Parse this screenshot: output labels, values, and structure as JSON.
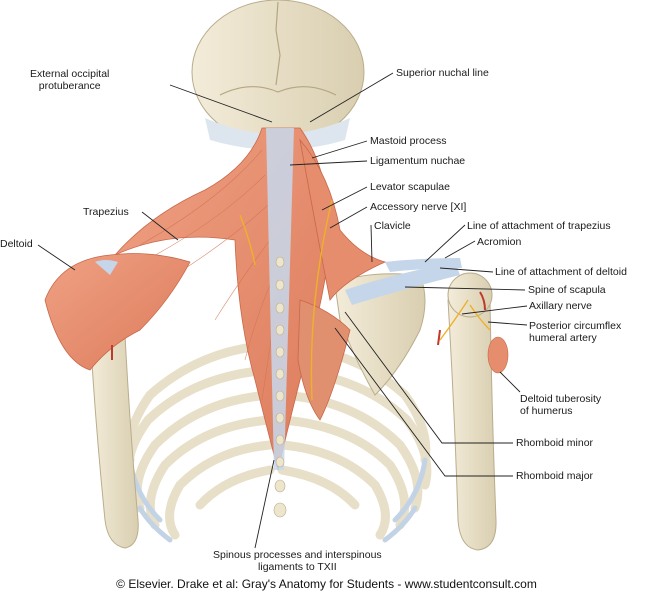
{
  "colors": {
    "muscle": "#e58d6d",
    "muscle_dark": "#c8684a",
    "bone": "#ebe3cd",
    "bone_shadow": "#c9bd9c",
    "tendon": "#b9cde6",
    "nerve": "#f0b62e",
    "artery": "#c0392b",
    "leader": "#222222"
  },
  "labels": {
    "external_occipital": "External occipital\nprotuberance",
    "superior_nuchal": "Superior nuchal line",
    "mastoid": "Mastoid process",
    "ligamentum_nuchae": "Ligamentum nuchae",
    "levator_scapulae": "Levator scapulae",
    "accessory_nerve": "Accessory nerve [XI]",
    "trapezius": "Trapezius",
    "deltoid": "Deltoid",
    "clavicle": "Clavicle",
    "line_trapezius": "Line of attachment of trapezius",
    "acromion": "Acromion",
    "line_deltoid": "Line of attachment of deltoid",
    "spine_scapula": "Spine of scapula",
    "axillary_nerve": "Axillary nerve",
    "post_circumflex": "Posterior circumflex\nhumeral artery",
    "deltoid_tuberosity": "Deltoid tuberosity\nof humerus",
    "rhomboid_minor": "Rhomboid minor",
    "rhomboid_major": "Rhomboid major",
    "spinous": "Spinous processes and interspinous\nligaments to TXII"
  },
  "credit": "© Elsevier. Drake et al: Gray's Anatomy for Students - www.studentconsult.com"
}
